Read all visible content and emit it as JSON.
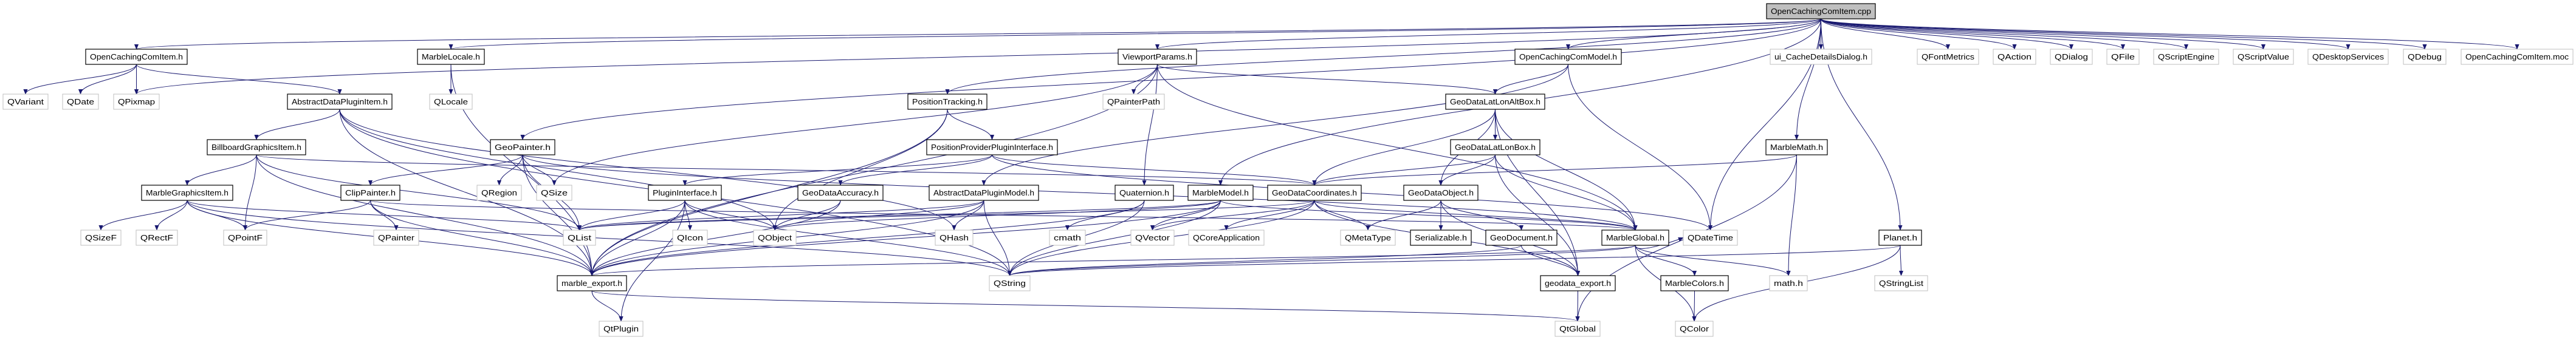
{
  "graph": {
    "edge_color": "#191970",
    "nodes": [
      {
        "label": "OpenCachingComItem.cpp",
        "kind": "root"
      },
      {
        "label": "OpenCachingComItem.h",
        "kind": "documented"
      },
      {
        "label": "MarbleLocale.h",
        "kind": "documented"
      },
      {
        "label": "ViewportParams.h",
        "kind": "documented"
      },
      {
        "label": "OpenCachingComModel.h",
        "kind": "documented"
      },
      {
        "label": "ui_CacheDetailsDialog.h",
        "kind": "external"
      },
      {
        "label": "QFontMetrics",
        "kind": "external"
      },
      {
        "label": "QAction",
        "kind": "external"
      },
      {
        "label": "QDialog",
        "kind": "external"
      },
      {
        "label": "QFile",
        "kind": "external"
      },
      {
        "label": "QScriptEngine",
        "kind": "external"
      },
      {
        "label": "QScriptValue",
        "kind": "external"
      },
      {
        "label": "QDesktopServices",
        "kind": "external"
      },
      {
        "label": "QDebug",
        "kind": "external"
      },
      {
        "label": "OpenCachingComItem.moc",
        "kind": "external"
      },
      {
        "label": "QVariant",
        "kind": "external"
      },
      {
        "label": "QDate",
        "kind": "external"
      },
      {
        "label": "QPixmap",
        "kind": "external"
      },
      {
        "label": "AbstractDataPluginItem.h",
        "kind": "documented"
      },
      {
        "label": "QLocale",
        "kind": "external"
      },
      {
        "label": "PositionTracking.h",
        "kind": "documented"
      },
      {
        "label": "QPainterPath",
        "kind": "external"
      },
      {
        "label": "GeoDataLatLonAltBox.h",
        "kind": "documented"
      },
      {
        "label": "BillboardGraphicsItem.h",
        "kind": "documented"
      },
      {
        "label": "GeoPainter.h",
        "kind": "documented"
      },
      {
        "label": "PositionProviderPluginInterface.h",
        "kind": "documented"
      },
      {
        "label": "GeoDataLatLonBox.h",
        "kind": "documented"
      },
      {
        "label": "MarbleMath.h",
        "kind": "documented"
      },
      {
        "label": "MarbleGraphicsItem.h",
        "kind": "documented"
      },
      {
        "label": "ClipPainter.h",
        "kind": "documented"
      },
      {
        "label": "QRegion",
        "kind": "external"
      },
      {
        "label": "QSize",
        "kind": "external"
      },
      {
        "label": "PluginInterface.h",
        "kind": "documented"
      },
      {
        "label": "GeoDataAccuracy.h",
        "kind": "documented"
      },
      {
        "label": "AbstractDataPluginModel.h",
        "kind": "documented"
      },
      {
        "label": "Quaternion.h",
        "kind": "documented"
      },
      {
        "label": "MarbleModel.h",
        "kind": "documented"
      },
      {
        "label": "GeoDataCoordinates.h",
        "kind": "documented"
      },
      {
        "label": "GeoDataObject.h",
        "kind": "documented"
      },
      {
        "label": "QSizeF",
        "kind": "external"
      },
      {
        "label": "QRectF",
        "kind": "external"
      },
      {
        "label": "QPointF",
        "kind": "external"
      },
      {
        "label": "QPainter",
        "kind": "external"
      },
      {
        "label": "QList",
        "kind": "external"
      },
      {
        "label": "QIcon",
        "kind": "external"
      },
      {
        "label": "QObject",
        "kind": "external"
      },
      {
        "label": "QHash",
        "kind": "external"
      },
      {
        "label": "cmath",
        "kind": "external"
      },
      {
        "label": "QVector",
        "kind": "external"
      },
      {
        "label": "QCoreApplication",
        "kind": "external"
      },
      {
        "label": "QMetaType",
        "kind": "external"
      },
      {
        "label": "Serializable.h",
        "kind": "documented"
      },
      {
        "label": "GeoDocument.h",
        "kind": "documented"
      },
      {
        "label": "MarbleGlobal.h",
        "kind": "documented"
      },
      {
        "label": "QDateTime",
        "kind": "external"
      },
      {
        "label": "Planet.h",
        "kind": "documented"
      },
      {
        "label": "marble_export.h",
        "kind": "documented"
      },
      {
        "label": "QString",
        "kind": "external"
      },
      {
        "label": "geodata_export.h",
        "kind": "documented"
      },
      {
        "label": "MarbleColors.h",
        "kind": "documented"
      },
      {
        "label": "math.h",
        "kind": "external"
      },
      {
        "label": "QStringList",
        "kind": "external"
      },
      {
        "label": "QtPlugin",
        "kind": "external"
      },
      {
        "label": "QtGlobal",
        "kind": "external"
      },
      {
        "label": "QColor",
        "kind": "external"
      }
    ],
    "edges": [
      [
        "OpenCachingComItem.cpp",
        "OpenCachingComItem.h"
      ],
      [
        "OpenCachingComItem.cpp",
        "MarbleLocale.h"
      ],
      [
        "OpenCachingComItem.cpp",
        "ViewportParams.h"
      ],
      [
        "OpenCachingComItem.cpp",
        "OpenCachingComModel.h"
      ],
      [
        "OpenCachingComItem.cpp",
        "ui_CacheDetailsDialog.h"
      ],
      [
        "OpenCachingComItem.cpp",
        "QFontMetrics"
      ],
      [
        "OpenCachingComItem.cpp",
        "QAction"
      ],
      [
        "OpenCachingComItem.cpp",
        "QDialog"
      ],
      [
        "OpenCachingComItem.cpp",
        "QFile"
      ],
      [
        "OpenCachingComItem.cpp",
        "QScriptEngine"
      ],
      [
        "OpenCachingComItem.cpp",
        "QScriptValue"
      ],
      [
        "OpenCachingComItem.cpp",
        "QDesktopServices"
      ],
      [
        "OpenCachingComItem.cpp",
        "QDebug"
      ],
      [
        "OpenCachingComItem.cpp",
        "OpenCachingComItem.moc"
      ],
      [
        "OpenCachingComItem.cpp",
        "QPixmap"
      ],
      [
        "OpenCachingComItem.cpp",
        "PositionTracking.h"
      ],
      [
        "OpenCachingComItem.cpp",
        "GeoPainter.h"
      ],
      [
        "OpenCachingComItem.cpp",
        "MarbleModel.h"
      ],
      [
        "OpenCachingComItem.cpp",
        "MarbleMath.h"
      ],
      [
        "OpenCachingComItem.cpp",
        "Planet.h"
      ],
      [
        "OpenCachingComItem.cpp",
        "QDateTime"
      ],
      [
        "OpenCachingComItem.h",
        "QVariant"
      ],
      [
        "OpenCachingComItem.h",
        "QDate"
      ],
      [
        "OpenCachingComItem.h",
        "QPixmap"
      ],
      [
        "OpenCachingComItem.h",
        "AbstractDataPluginItem.h"
      ],
      [
        "MarbleLocale.h",
        "QLocale"
      ],
      [
        "MarbleLocale.h",
        "marble_export.h"
      ],
      [
        "AbstractDataPluginItem.h",
        "BillboardGraphicsItem.h"
      ],
      [
        "AbstractDataPluginItem.h",
        "marble_export.h"
      ],
      [
        "AbstractDataPluginItem.h",
        "QObject"
      ],
      [
        "AbstractDataPluginItem.h",
        "QString"
      ],
      [
        "AbstractDataPluginItem.h",
        "QHash"
      ],
      [
        "BillboardGraphicsItem.h",
        "MarbleGraphicsItem.h"
      ],
      [
        "BillboardGraphicsItem.h",
        "QPointF"
      ],
      [
        "BillboardGraphicsItem.h",
        "marble_export.h"
      ],
      [
        "BillboardGraphicsItem.h",
        "GeoDataCoordinates.h"
      ],
      [
        "BillboardGraphicsItem.h",
        "QList"
      ],
      [
        "MarbleGraphicsItem.h",
        "QSizeF"
      ],
      [
        "MarbleGraphicsItem.h",
        "QRectF"
      ],
      [
        "MarbleGraphicsItem.h",
        "QPointF"
      ],
      [
        "MarbleGraphicsItem.h",
        "marble_export.h"
      ],
      [
        "MarbleGraphicsItem.h",
        "QList"
      ],
      [
        "MarbleGraphicsItem.h",
        "QString"
      ],
      [
        "GeoPainter.h",
        "ClipPainter.h"
      ],
      [
        "GeoPainter.h",
        "QRegion"
      ],
      [
        "GeoPainter.h",
        "QSize"
      ],
      [
        "GeoPainter.h",
        "marble_export.h"
      ],
      [
        "GeoPainter.h",
        "MarbleGlobal.h"
      ],
      [
        "GeoPainter.h",
        "QList"
      ],
      [
        "ClipPainter.h",
        "QPointF"
      ],
      [
        "ClipPainter.h",
        "QPainter"
      ],
      [
        "ClipPainter.h",
        "marble_export.h"
      ],
      [
        "ClipPainter.h",
        "MarbleGlobal.h"
      ],
      [
        "PositionTracking.h",
        "PositionProviderPluginInterface.h"
      ],
      [
        "PositionTracking.h",
        "QObject"
      ],
      [
        "PositionTracking.h",
        "marble_export.h"
      ],
      [
        "PositionProviderPluginInterface.h",
        "PluginInterface.h"
      ],
      [
        "PositionProviderPluginInterface.h",
        "GeoDataAccuracy.h"
      ],
      [
        "PositionProviderPluginInterface.h",
        "GeoDataCoordinates.h"
      ],
      [
        "PositionProviderPluginInterface.h",
        "QDateTime"
      ],
      [
        "PluginInterface.h",
        "QList"
      ],
      [
        "PluginInterface.h",
        "QIcon"
      ],
      [
        "PluginInterface.h",
        "QObject"
      ],
      [
        "PluginInterface.h",
        "marble_export.h"
      ],
      [
        "PluginInterface.h",
        "QtPlugin"
      ],
      [
        "PluginInterface.h",
        "QString"
      ],
      [
        "GeoDataAccuracy.h",
        "QObject"
      ],
      [
        "GeoDataAccuracy.h",
        "marble_export.h"
      ],
      [
        "AbstractDataPluginModel.h",
        "QList"
      ],
      [
        "AbstractDataPluginModel.h",
        "QObject"
      ],
      [
        "AbstractDataPluginModel.h",
        "QHash"
      ],
      [
        "AbstractDataPluginModel.h",
        "marble_export.h"
      ],
      [
        "AbstractDataPluginModel.h",
        "QString"
      ],
      [
        "ViewportParams.h",
        "QPainterPath"
      ],
      [
        "ViewportParams.h",
        "Quaternion.h"
      ],
      [
        "ViewportParams.h",
        "GeoDataLatLonAltBox.h"
      ],
      [
        "ViewportParams.h",
        "MarbleGlobal.h"
      ],
      [
        "ViewportParams.h",
        "QSize"
      ],
      [
        "ViewportParams.h",
        "marble_export.h"
      ],
      [
        "OpenCachingComModel.h",
        "GeoDataLatLonAltBox.h"
      ],
      [
        "OpenCachingComModel.h",
        "AbstractDataPluginModel.h"
      ],
      [
        "OpenCachingComModel.h",
        "QDateTime"
      ],
      [
        "GeoDataLatLonAltBox.h",
        "GeoDataLatLonBox.h"
      ],
      [
        "GeoDataLatLonAltBox.h",
        "GeoDataObject.h"
      ],
      [
        "GeoDataLatLonAltBox.h",
        "MarbleGlobal.h"
      ],
      [
        "GeoDataLatLonAltBox.h",
        "geodata_export.h"
      ],
      [
        "GeoDataLatLonAltBox.h",
        "GeoDataCoordinates.h"
      ],
      [
        "GeoDataLatLonBox.h",
        "GeoDataObject.h"
      ],
      [
        "GeoDataLatLonBox.h",
        "GeoDataCoordinates.h"
      ],
      [
        "GeoDataLatLonBox.h",
        "MarbleGlobal.h"
      ],
      [
        "GeoDataLatLonBox.h",
        "geodata_export.h"
      ],
      [
        "Quaternion.h",
        "cmath"
      ],
      [
        "Quaternion.h",
        "QString"
      ],
      [
        "Quaternion.h",
        "marble_export.h"
      ],
      [
        "MarbleModel.h",
        "QVector"
      ],
      [
        "MarbleModel.h",
        "QObject"
      ],
      [
        "MarbleModel.h",
        "QString"
      ],
      [
        "MarbleModel.h",
        "marble_export.h"
      ],
      [
        "MarbleModel.h",
        "MarbleGlobal.h"
      ],
      [
        "MarbleModel.h",
        "QList"
      ],
      [
        "GeoDataCoordinates.h",
        "QVector"
      ],
      [
        "GeoDataCoordinates.h",
        "QCoreApplication"
      ],
      [
        "GeoDataCoordinates.h",
        "QMetaType"
      ],
      [
        "GeoDataCoordinates.h",
        "MarbleGlobal.h"
      ],
      [
        "GeoDataCoordinates.h",
        "geodata_export.h"
      ],
      [
        "GeoDataCoordinates.h",
        "QString"
      ],
      [
        "GeoDataCoordinates.h",
        "QList"
      ],
      [
        "GeoDataObject.h",
        "QMetaType"
      ],
      [
        "GeoDataObject.h",
        "Serializable.h"
      ],
      [
        "GeoDataObject.h",
        "GeoDocument.h"
      ],
      [
        "GeoDataObject.h",
        "geodata_export.h"
      ],
      [
        "GeoDocument.h",
        "geodata_export.h"
      ],
      [
        "GeoDocument.h",
        "QString"
      ],
      [
        "MarbleGlobal.h",
        "MarbleColors.h"
      ],
      [
        "MarbleGlobal.h",
        "math.h"
      ],
      [
        "MarbleGlobal.h",
        "QColor"
      ],
      [
        "MarbleGlobal.h",
        "QString"
      ],
      [
        "MarbleGlobal.h",
        "marble_export.h"
      ],
      [
        "MarbleGlobal.h",
        "QDateTime"
      ],
      [
        "MarbleColors.h",
        "QColor"
      ],
      [
        "MarbleMath.h",
        "math.h"
      ],
      [
        "MarbleMath.h",
        "GeoDataCoordinates.h"
      ],
      [
        "MarbleMath.h",
        "QtGlobal"
      ],
      [
        "Planet.h",
        "QStringList"
      ],
      [
        "Planet.h",
        "QColor"
      ],
      [
        "Planet.h",
        "QString"
      ],
      [
        "marble_export.h",
        "QtPlugin"
      ],
      [
        "marble_export.h",
        "QtGlobal"
      ],
      [
        "geodata_export.h",
        "QtGlobal"
      ]
    ]
  }
}
